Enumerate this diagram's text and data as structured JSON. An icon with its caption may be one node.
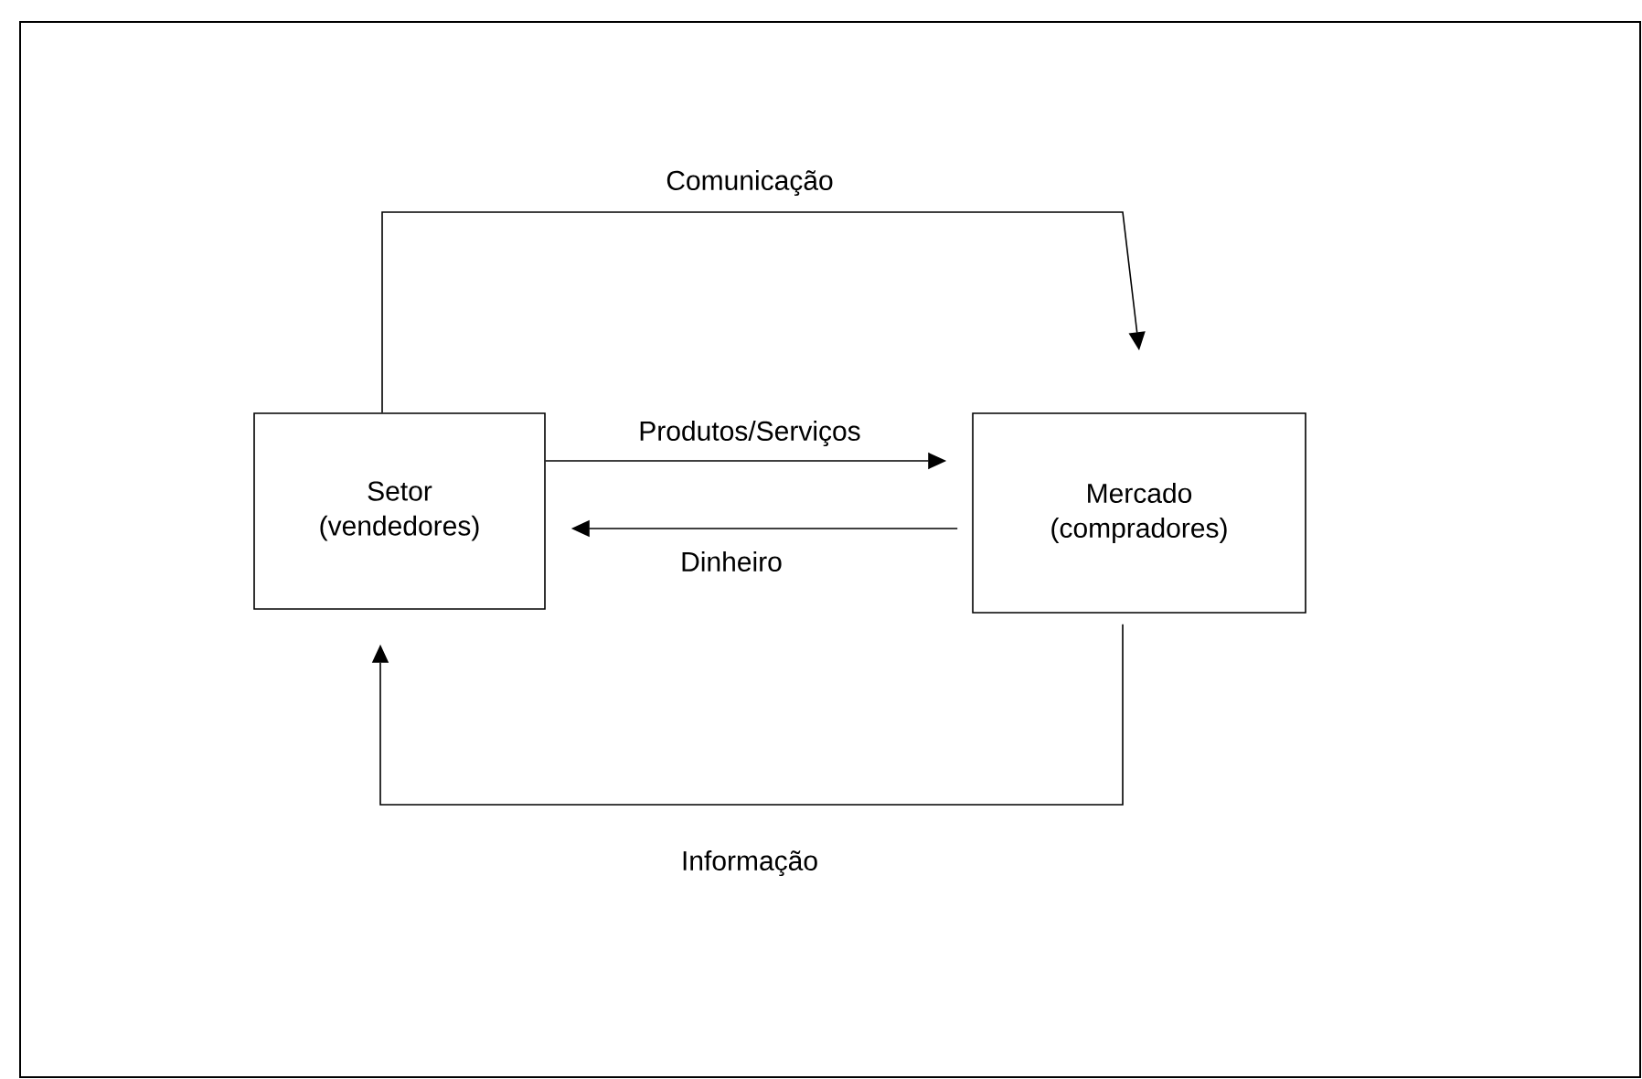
{
  "diagram": {
    "nodes": [
      {
        "text": [
          "Setor (vendedores)"
        ]
      },
      {
        "text": [
          "Mercado (compradores)"
        ]
      }
    ],
    "edges": [
      {
        "from": 0,
        "to": 1,
        "arrow": "to",
        "label": "Produtos/Serviços"
      },
      {
        "from": 1,
        "to": 0,
        "arrow": "to",
        "label": "Dinheiro"
      },
      {
        "from": 0,
        "to": 1,
        "arrow": "to",
        "label": "Comunicação"
      },
      {
        "from": 1,
        "to": 0,
        "arrow": "to",
        "label": "Informação"
      }
    ]
  }
}
